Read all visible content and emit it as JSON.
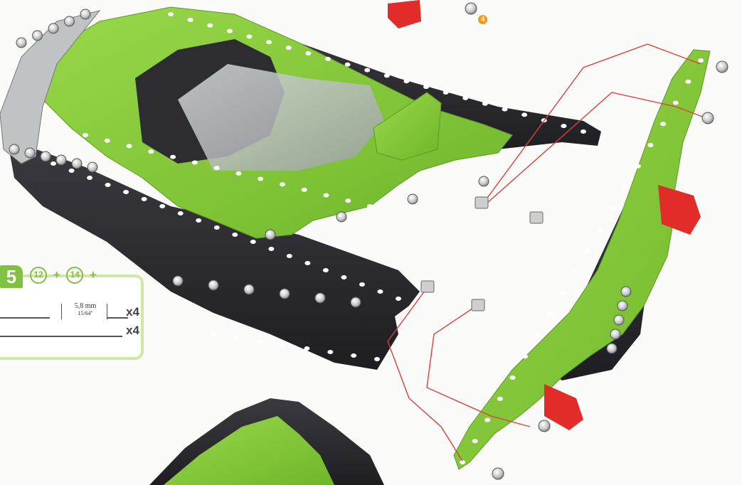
{
  "step": {
    "number": "5",
    "parts": [
      {
        "id": "12"
      },
      {
        "id": "14"
      }
    ],
    "plus": "+",
    "rows": [
      {
        "size": "5,8 mm",
        "size_inch": "15/64\"",
        "qty": "x4"
      },
      {
        "qty": "x4"
      }
    ]
  },
  "callout_badge": "4",
  "colors": {
    "green_plate": "#8fd13a",
    "dark_plate": "#2b2b30",
    "red_part": "#e12c2a",
    "guide_line": "#d8413a",
    "step_green": "#7fc242"
  },
  "icons": [
    "screw-icon",
    "nut-icon",
    "green-plate",
    "dark-plate",
    "red-coupling"
  ]
}
